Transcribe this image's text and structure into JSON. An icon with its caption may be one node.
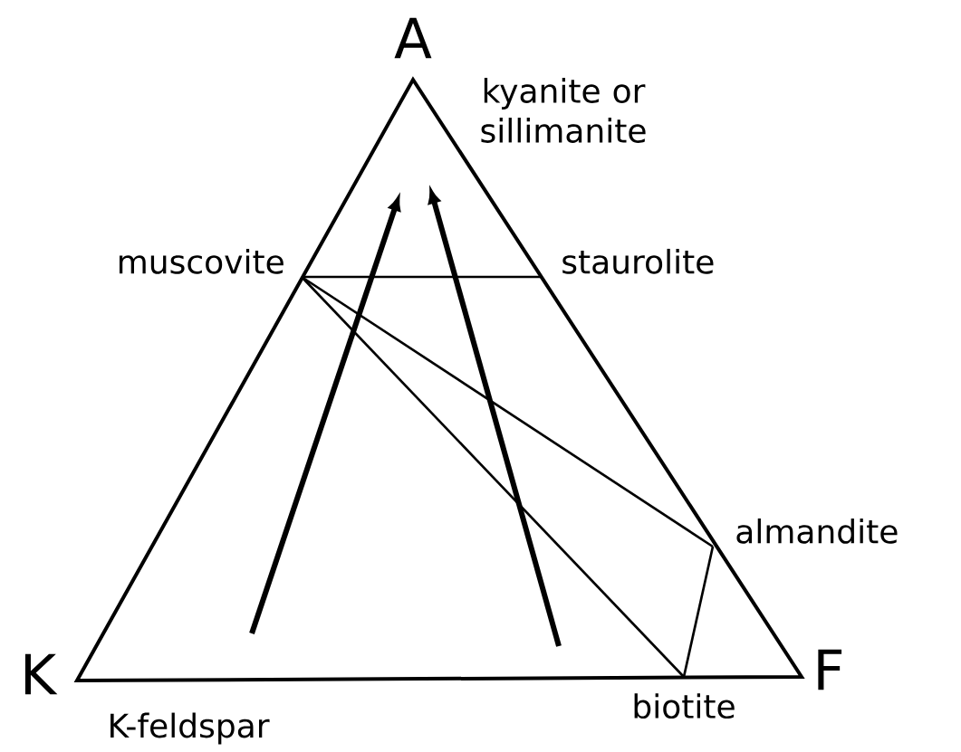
{
  "diagram": {
    "nodes": [
      {
        "text": [
          "muscovite"
        ]
      },
      {
        "text": [
          "staurolite"
        ]
      },
      {
        "text": [
          "almandite"
        ]
      },
      {
        "text": [
          "biotite"
        ]
      }
    ],
    "edges": [
      {
        "from": 0,
        "to": 1,
        "arrow": "none"
      },
      {
        "from": 0,
        "to": 2,
        "arrow": "none"
      },
      {
        "from": 0,
        "to": 3,
        "arrow": "none"
      },
      {
        "from": 2,
        "to": 3,
        "arrow": "none"
      }
    ],
    "labels": [
      "A",
      "kyanite or sillimanite",
      "K",
      "F",
      "K-feldspar"
    ]
  }
}
